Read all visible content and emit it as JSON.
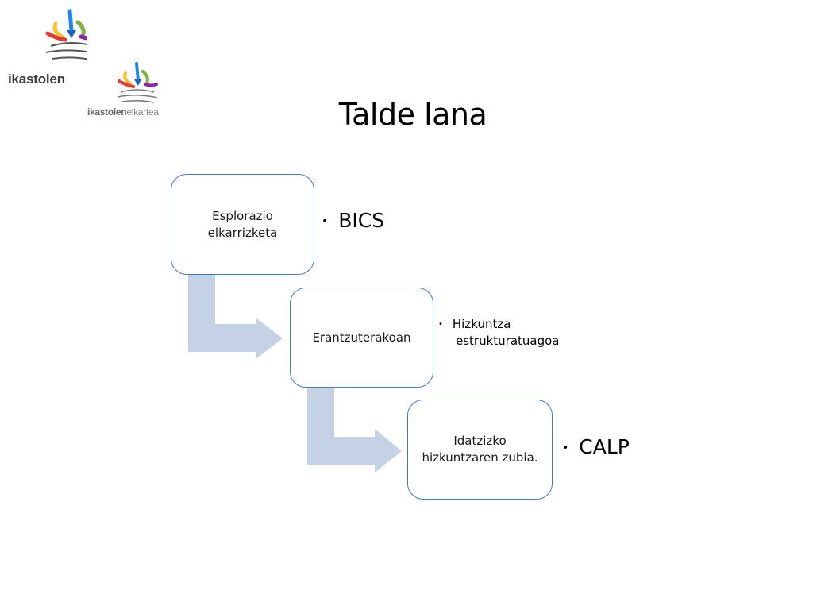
{
  "logos": {
    "primary": {
      "text": "ikastolen",
      "icon": "ikastolen-elkartea-logo-icon",
      "colors": [
        "#1e88e5",
        "#7cb342",
        "#fbc02d",
        "#e53935",
        "#8e24aa"
      ]
    },
    "secondary": {
      "text_bold": "ikastolen",
      "text_light": "elkartea",
      "icon": "ikastolen-elkartea-logo-icon"
    }
  },
  "title": "Talde lana",
  "diagram": {
    "nodes": [
      {
        "label": "Esplorazio elkarrizketa",
        "bullet": "BICS"
      },
      {
        "label": "Erantzuterakoan",
        "bullet_line1": "Hizkuntza",
        "bullet_line2": "estrukturatuagoa"
      },
      {
        "label": "Idatzizko hizkuntzaren zubia.",
        "bullet": "CALP"
      }
    ],
    "colors": {
      "node_border": "#4a7ab8",
      "arrow_fill": "#c5d1e4"
    },
    "bullet_symbol": "•"
  }
}
